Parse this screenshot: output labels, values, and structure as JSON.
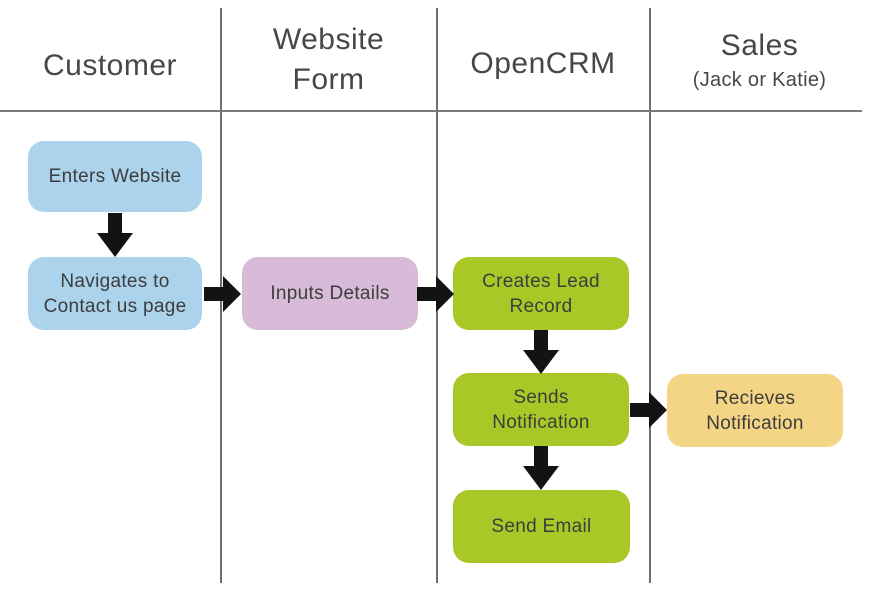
{
  "lanes": {
    "customer": {
      "title": "Customer"
    },
    "website_form": {
      "title": "Website\nForm"
    },
    "opencrm": {
      "title": "OpenCRM"
    },
    "sales": {
      "title": "Sales",
      "subtitle": "(Jack or Katie)"
    }
  },
  "nodes": {
    "enters_website": "Enters Website",
    "navigates_contact": "Navigates to\nContact us page",
    "inputs_details": "Inputs Details",
    "creates_lead_record": "Creates Lead\nRecord",
    "sends_notification": "Sends\nNotification",
    "send_email": "Send Email",
    "recieves_notification": "Recieves\nNotification"
  },
  "colors": {
    "customer_box": "#abd3ec",
    "website_form_box": "#d7bbd8",
    "opencrm_box": "#a9c827",
    "sales_box": "#f4d485",
    "arrow": "#131313",
    "lane_line": "#6f6f6f",
    "text": "#3d3d3d"
  }
}
